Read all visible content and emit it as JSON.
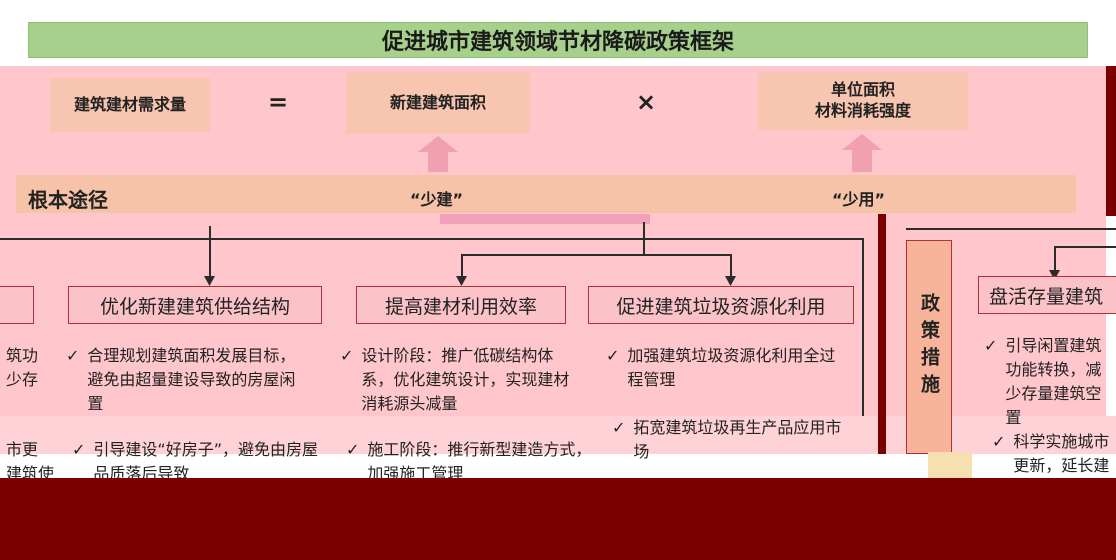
{
  "title": "促进城市建筑领域节材降碳政策框架",
  "equation": {
    "demand": "建筑建材需求量",
    "equals": "=",
    "area": "新建建筑面积",
    "times": "×",
    "intensity_line1": "单位面积",
    "intensity_line2": "材料消耗强度"
  },
  "band": {
    "label": "根本途径",
    "less_build": "“少建”",
    "less_use": "“少用”"
  },
  "columns": {
    "optimize": {
      "title": "优化新建建筑供给结构",
      "bullet1": "合理规划建筑面积发展目标，避免由超量建设导致的房屋闲置",
      "bullet2": "引导建设“好房子”，避免由房屋品质落后导致"
    },
    "efficiency": {
      "title": "提高建材利用效率",
      "bullet1": "设计阶段：推广低碳结构体系，优化建筑设计，实现建材消耗源头减量",
      "bullet2": "施工阶段：推行新型建造方式，加强施工管理"
    },
    "waste": {
      "title": "促进建筑垃圾资源化利用",
      "bullet1": "加强建筑垃圾资源化利用全过程管理",
      "bullet2": "拓宽建筑垃圾再生产品应用市场"
    },
    "stock": {
      "title": "盘活存量建筑",
      "bullet1": "引导闲置建筑功能转换，减少存量建筑空置",
      "bullet2": "科学实施城市更新，延长建筑使用寿命"
    },
    "left_partial": {
      "line1": "筑功",
      "line2": "少存",
      "line3": "市更",
      "line4": "建筑使"
    }
  },
  "side": {
    "label": "政策措施"
  }
}
